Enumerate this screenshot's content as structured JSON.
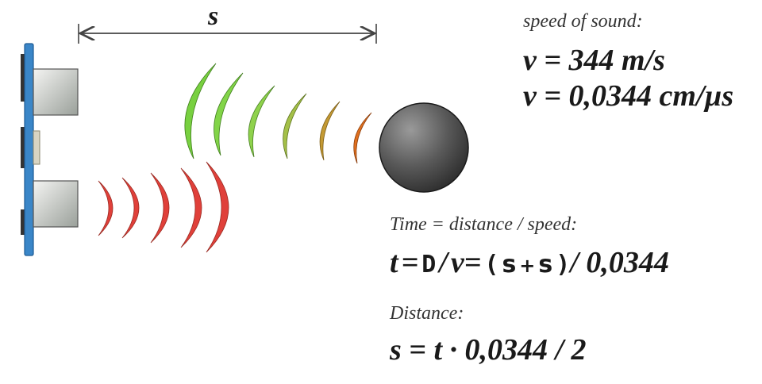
{
  "distance_label": "s",
  "speed": {
    "caption": "speed of sound:",
    "line1": "v = 344 m/s",
    "line2": "v = 0,0344 cm/µs"
  },
  "time": {
    "caption": "Time = distance / speed:",
    "t": "t",
    "eq1": "=",
    "D": "D",
    "div1": "/",
    "v": "v",
    "eq2": "=",
    "lparen": "(",
    "s1": "s",
    "plus": "+",
    "s2": "s",
    "rparen": ")",
    "tail": "/ 0,0344"
  },
  "distance": {
    "caption": "Distance:",
    "formula": "s = t · 0,0344 / 2"
  },
  "colors": {
    "sensor_blue": "#3a86c8",
    "wave_red": "#e0403a",
    "wave_green": "#7ad142",
    "wave_orange": "#e0701e",
    "object": "#555555"
  }
}
